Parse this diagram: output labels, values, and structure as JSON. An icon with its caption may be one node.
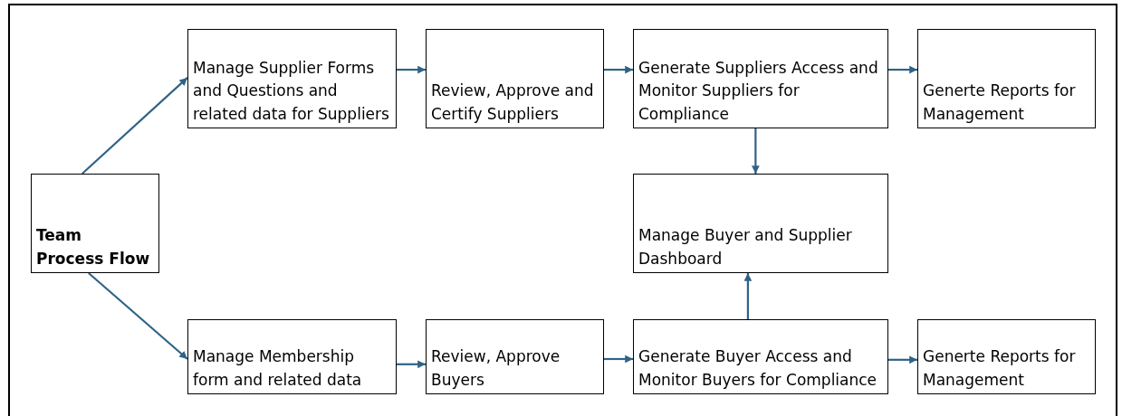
{
  "diagram": {
    "nodes": [
      {
        "text": [
          "Team Process Flow"
        ]
      },
      {
        "text": [
          "Manage Supplier Forms and Questions and related data for Suppliers"
        ]
      },
      {
        "text": [
          "Review, Approve and Certify Suppliers"
        ]
      },
      {
        "text": [
          "Generate Suppliers Access and Monitor Suppliers for Compliance"
        ]
      },
      {
        "text": [
          "Generte Reports for Management"
        ]
      },
      {
        "text": [
          "Manage Buyer and Supplier Dashboard"
        ]
      },
      {
        "text": [
          "Manage Membership form and related data"
        ]
      },
      {
        "text": [
          "Review, Approve Buyers"
        ]
      },
      {
        "text": [
          "Generate Buyer Access and Monitor Buyers for Compliance"
        ]
      },
      {
        "text": [
          "Generte Reports for Management"
        ]
      }
    ],
    "edges": [
      {
        "from": 0,
        "to": 1,
        "arrow": "to"
      },
      {
        "from": 1,
        "to": 2,
        "arrow": "to"
      },
      {
        "from": 2,
        "to": 3,
        "arrow": "to"
      },
      {
        "from": 3,
        "to": 4,
        "arrow": "to"
      },
      {
        "from": 3,
        "to": 5,
        "arrow": "to"
      },
      {
        "from": 0,
        "to": 6,
        "arrow": "to"
      },
      {
        "from": 6,
        "to": 7,
        "arrow": "to"
      },
      {
        "from": 7,
        "to": 8,
        "arrow": "to"
      },
      {
        "from": 8,
        "to": 5,
        "arrow": "to"
      },
      {
        "from": 8,
        "to": 9,
        "arrow": "to"
      }
    ]
  }
}
